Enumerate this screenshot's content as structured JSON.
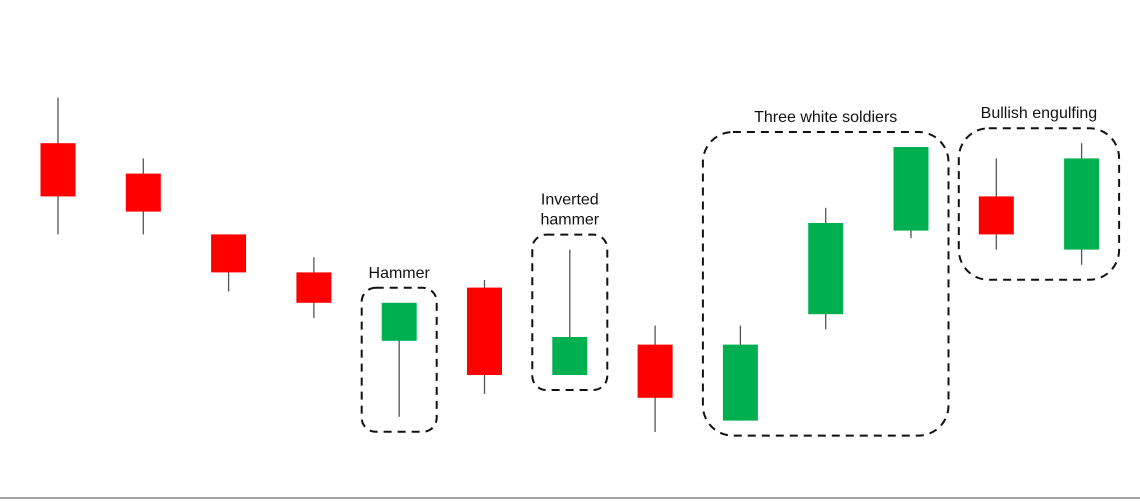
{
  "chart_data": {
    "type": "candlestick",
    "colors": {
      "bullish": "#00b050",
      "bearish": "#ff0000",
      "wick": "#555555"
    },
    "candles": [
      {
        "index": 1,
        "direction": "bearish",
        "open": 86,
        "close": 72,
        "high": 98,
        "low": 62
      },
      {
        "index": 2,
        "direction": "bearish",
        "open": 78,
        "close": 68,
        "high": 82,
        "low": 62
      },
      {
        "index": 3,
        "direction": "bearish",
        "open": 62,
        "close": 52,
        "high": 62,
        "low": 47
      },
      {
        "index": 4,
        "direction": "bearish",
        "open": 52,
        "close": 44,
        "high": 56,
        "low": 40
      },
      {
        "index": 5,
        "direction": "bullish",
        "open": 34,
        "close": 44,
        "high": 44,
        "low": 14
      },
      {
        "index": 6,
        "direction": "bearish",
        "open": 48,
        "close": 25,
        "high": 50,
        "low": 20
      },
      {
        "index": 7,
        "direction": "bullish",
        "open": 25,
        "close": 35,
        "high": 58,
        "low": 25
      },
      {
        "index": 8,
        "direction": "bearish",
        "open": 33,
        "close": 19,
        "high": 38,
        "low": 10
      },
      {
        "index": 9,
        "direction": "bullish",
        "open": 13,
        "close": 33,
        "high": 38,
        "low": 13
      },
      {
        "index": 10,
        "direction": "bullish",
        "open": 41,
        "close": 65,
        "high": 69,
        "low": 37
      },
      {
        "index": 11,
        "direction": "bullish",
        "open": 63,
        "close": 85,
        "high": 85,
        "low": 61
      },
      {
        "index": 12,
        "direction": "bearish",
        "open": 72,
        "close": 62,
        "high": 82,
        "low": 58
      },
      {
        "index": 13,
        "direction": "bullish",
        "open": 58,
        "close": 82,
        "high": 86,
        "low": 54
      }
    ],
    "pattern_groups": [
      {
        "label": "Hammer",
        "candles": [
          5
        ]
      },
      {
        "label": "Inverted hammer",
        "candles": [
          7
        ]
      },
      {
        "label": "Three white soldiers",
        "candles": [
          9,
          10,
          11
        ]
      },
      {
        "label": "Bullish engulfing",
        "candles": [
          12,
          13
        ]
      }
    ],
    "axes_visible": false,
    "grid": false,
    "legend": "none"
  }
}
